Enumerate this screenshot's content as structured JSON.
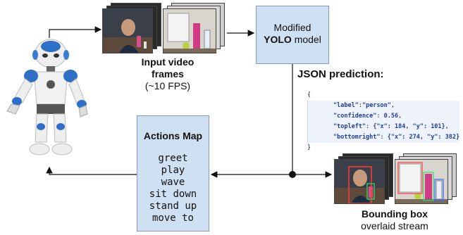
{
  "yolo_box": {
    "line1": "Modified",
    "line2_bold": "YOLO",
    "line2_rest": " model"
  },
  "input_caption": {
    "bold1": "Input video",
    "bold2": "frames",
    "normal": "(~10 FPS)"
  },
  "json_prediction": {
    "title": "JSON prediction:",
    "open": "{",
    "close": "}",
    "lines": [
      {
        "key": "\"label\"",
        "sep": ":",
        "value": "\"person\"",
        "tail": ","
      },
      {
        "key": "\"confidence\"",
        "sep": ": ",
        "value": "0.56",
        "tail": ","
      },
      {
        "key": "\"topleft\"",
        "sep": ": ",
        "value": "{\"x\": 184, \"y\": 101}",
        "tail": ","
      },
      {
        "key": "\"bottomright\"",
        "sep": ": ",
        "value": "{\"x\": 274, \"y\": 382}",
        "tail": ""
      }
    ]
  },
  "actions_map": {
    "title": "Actions Map",
    "items": [
      "greet",
      "play",
      "wave",
      "sit down",
      "stand up",
      "move to"
    ]
  },
  "bbox_caption": {
    "bold": "Bounding box",
    "normal": "overlaid stream"
  }
}
